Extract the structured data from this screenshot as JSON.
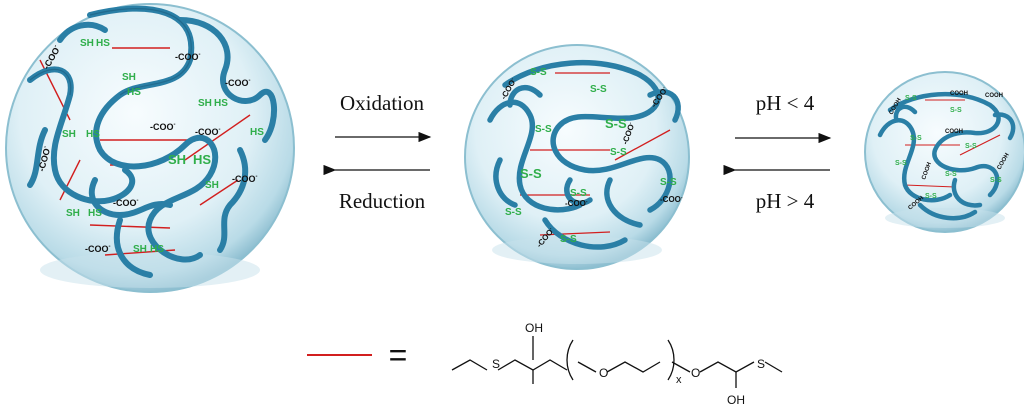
{
  "labels": {
    "oxidation": "Oxidation",
    "reduction": "Reduction",
    "ph_low": "pH < 4",
    "ph_high": "pH > 4"
  },
  "groups": {
    "thiol": "SH",
    "thiol_rev": "HS",
    "carboxylate": "-COO",
    "carboxylate_sup": "-",
    "disulfide": "S-S",
    "carboxylic_acid": "COOH"
  },
  "legend": {
    "equals": "=",
    "oh_top": "OH",
    "oh_bottom": "OH",
    "s_left": "S",
    "s_right": "S",
    "o_left": "O",
    "o_right": "O",
    "subscript": "x"
  },
  "colors": {
    "strand": "#2a7fa6",
    "strand_dark": "#1c5d7e",
    "crosslink": "#d21f1f",
    "thiol": "#2fae4a",
    "sphere_light": "#eaf6fa",
    "sphere_edge": "#8cbfd0"
  }
}
